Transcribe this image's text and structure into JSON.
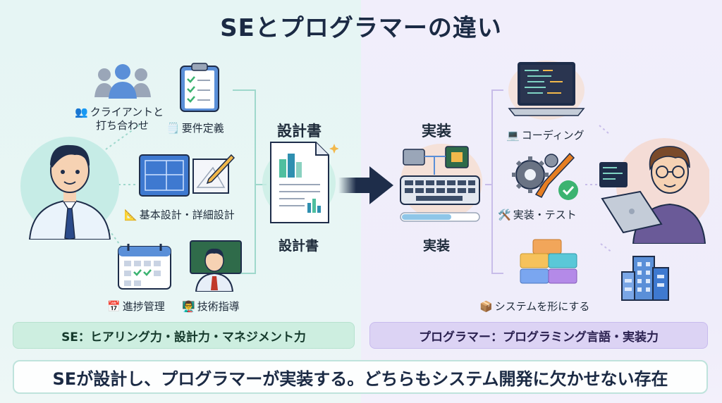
{
  "title": "SEとプログラマーの違い",
  "left": {
    "client_meeting": "クライアントと\n打ち合わせ",
    "client_meeting_line1": "クライアントと",
    "client_meeting_line2": "打ち合わせ",
    "requirements": "要件定義",
    "design": "基本設計・詳細設計",
    "progress": "進捗管理",
    "tech_guidance": "技術指導"
  },
  "center": {
    "doc_heading": "設計書",
    "doc_caption": "設計書",
    "impl_heading": "実装",
    "impl_caption": "実装"
  },
  "right": {
    "coding": "コーディング",
    "impl_test": "実装・テスト",
    "build_system": "システムを形にする"
  },
  "se_skills": "SE：ヒアリング力・設計力・マネジメント力",
  "pg_skills": "プログラマー：プログラミング言語・実装力",
  "summary": "SEが設計し、プログラマーが実装する。どちらもシステム開発に欠かせない存在",
  "colors": {
    "teal": "#7fd3c3",
    "navy": "#1e2d4a",
    "purple": "#a99be0",
    "green": "#3cb371"
  }
}
